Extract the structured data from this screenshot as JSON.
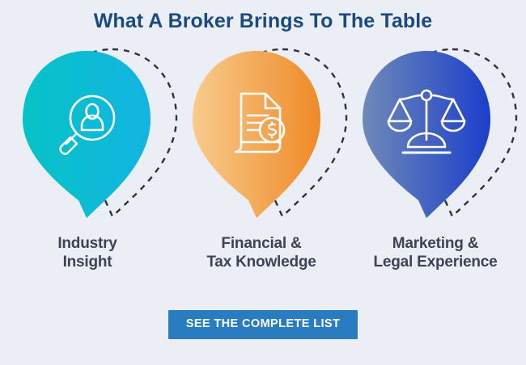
{
  "page": {
    "background_color": "#ebeff5",
    "title": "What A Broker Brings To The Table",
    "title_color": "#1b4a80",
    "caption_color": "#3e4257",
    "dash_outline_color": "#2b3148"
  },
  "pins": [
    {
      "icon": "magnifier-person-icon",
      "label_line1": "Industry",
      "label_line2": "Insight",
      "gradient_from": "#06c3c6",
      "gradient_to": "#13b4e2"
    },
    {
      "icon": "invoice-dollar-icon",
      "label_line1": "Financial &",
      "label_line2": "Tax Knowledge",
      "gradient_from": "#f8cb8c",
      "gradient_to": "#ef8a28"
    },
    {
      "icon": "balance-scales-icon",
      "label_line1": "Marketing &",
      "label_line2": "Legal Experience",
      "gradient_from": "#6f8ab7",
      "gradient_to": "#1b3ecb"
    }
  ],
  "cta": {
    "label": "SEE THE COMPLETE LIST",
    "background_color": "#2a7cc0",
    "text_color": "#ffffff"
  }
}
